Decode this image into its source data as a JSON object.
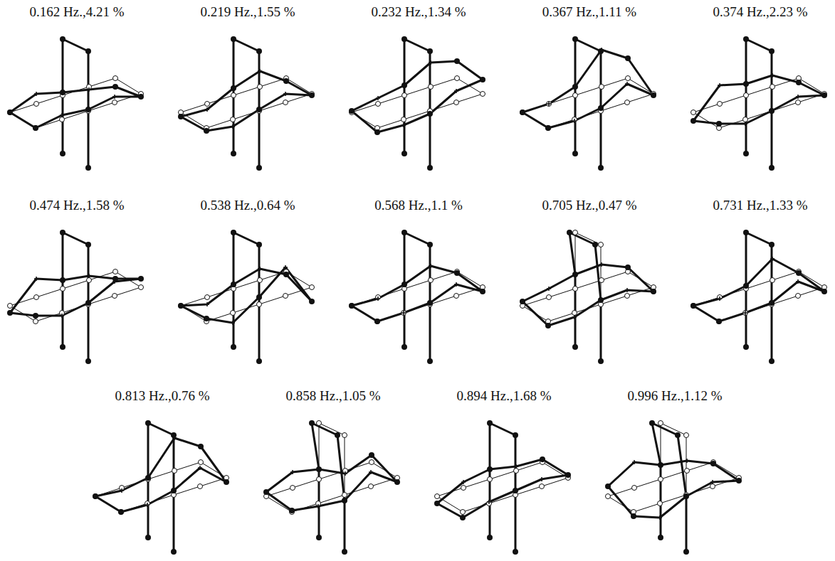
{
  "diagram": {
    "labels": [
      "0.162 Hz.,4.21 %",
      "0.219 Hz.,1.55 %",
      "0.232 Hz.,1.34 %",
      "0.367 Hz.,1.11 %",
      "0.374 Hz.,2.23 %",
      "0.474 Hz.,1.58 %",
      "0.538 Hz.,0.64 %",
      "0.568 Hz.,1.1 %",
      "0.705 Hz.,0.47 %",
      "0.731 Hz.,1.33 %",
      "0.813 Hz.,0.76 %",
      "0.858 Hz.,1.05 %",
      "0.894 Hz.,1.68 %",
      "0.996 Hz.,1.12 %"
    ]
  }
}
